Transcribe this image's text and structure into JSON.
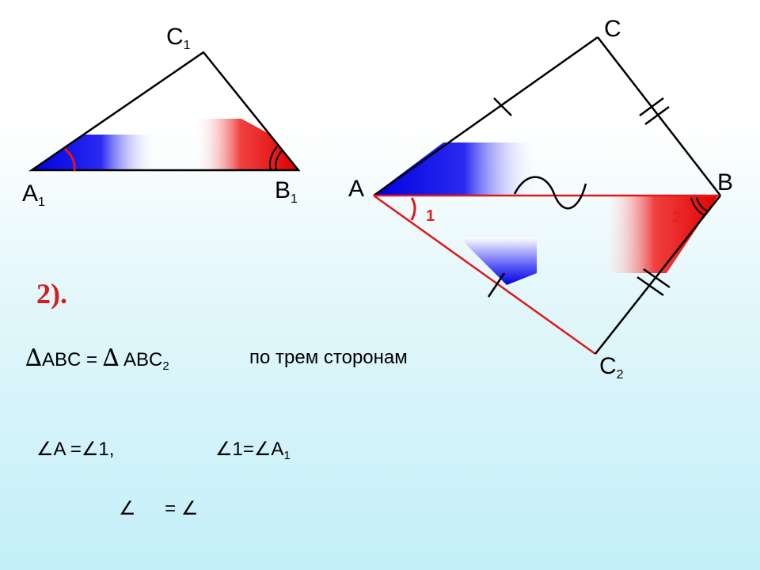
{
  "step": "2).",
  "colors": {
    "line": "#000000",
    "red": "#e01818",
    "blue": "#0a0ae6"
  },
  "points": {
    "a1": {
      "main": "A",
      "sub": "1"
    },
    "b1": {
      "main": "B",
      "sub": "1"
    },
    "c1": {
      "main": "C",
      "sub": "1"
    },
    "a": {
      "main": "A",
      "sub": ""
    },
    "b": {
      "main": "B",
      "sub": ""
    },
    "c": {
      "main": "C",
      "sub": ""
    },
    "c2": {
      "main": "C",
      "sub": "2"
    }
  },
  "angle_numbers": {
    "one": "1",
    "two": "2"
  },
  "equation": {
    "triangle_symbol": "∆",
    "left": "ABC",
    "equals": " = ",
    "right_symbol": "∆",
    "right": " ABC",
    "right_sub": "2",
    "reason": "по трем сторонам"
  },
  "angles_line": {
    "angle_symbol": "∠",
    "part1": "A =",
    "part2": "1,",
    "part3": "1=",
    "part4": "A",
    "part4_sub": "1"
  },
  "bottom_line": {
    "angle_symbol": "∠",
    "equals": " = "
  }
}
